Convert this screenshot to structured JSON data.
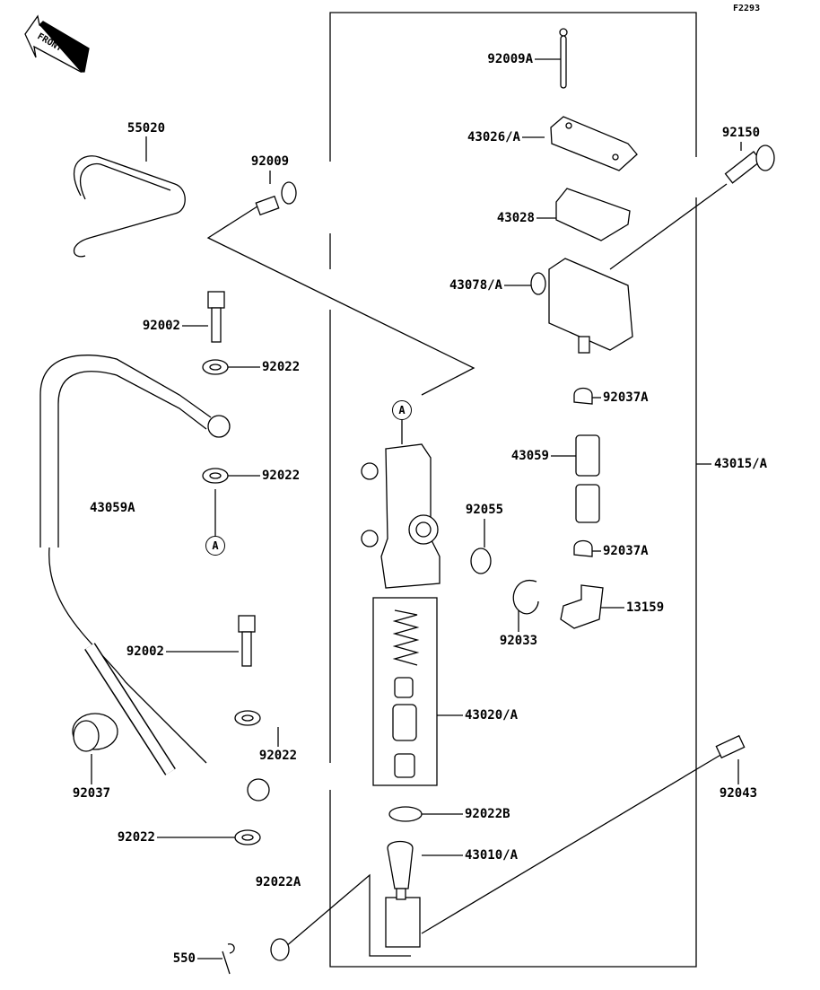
{
  "diagram_id": "F2293",
  "front_marker": "FRONT",
  "callouts": {
    "a1": "A",
    "a2": "A"
  },
  "labels": [
    "55020",
    "92009",
    "92009A",
    "43026/A",
    "43028",
    "92150",
    "43078/A",
    "92002",
    "92022",
    "92037A",
    "43059",
    "43015/A",
    "92022",
    "43059A",
    "92055",
    "92037A",
    "13159",
    "92033",
    "92002",
    "43020/A",
    "92022",
    "92037",
    "92043",
    "92022B",
    "92022",
    "43010/A",
    "92022A",
    "550"
  ]
}
